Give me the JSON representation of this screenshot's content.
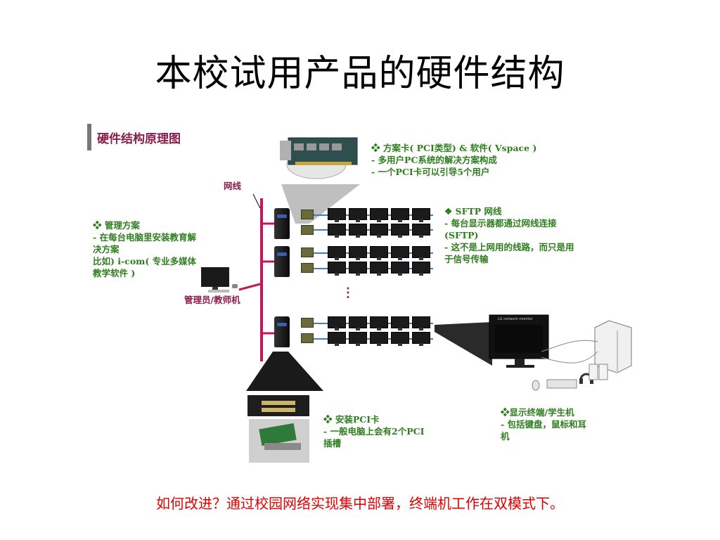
{
  "title": "本校试用产品的硬件结构",
  "panel_title": "硬件结构原理图",
  "label_network_cable": "网线",
  "label_admin_pc": "管理员/教师机",
  "label_ellipsis": "⋮",
  "note_solution_card": {
    "title": "❖  方案卡( PCI类型) & 软件( Vspace )",
    "lines": [
      "- 多用户PC系统的解决方案构成",
      "- 一个PCI卡可以引导5个用户"
    ]
  },
  "note_management": {
    "title": "❖  管理方案",
    "lines": [
      "- 在每台电脑里安装教育解",
      "决方案",
      "比如) i-com( 专业多媒体",
      "教学软件 )"
    ]
  },
  "note_sftp": {
    "title": "❖  SFTP 网线",
    "lines": [
      "- 每台显示器都通过网线连接",
      "(SFTP)",
      "- 这不是上网用的线路，而只是用",
      "于信号传输"
    ]
  },
  "note_pci_install": {
    "title": "❖  安装PCI卡",
    "lines": [
      "- 一般电脑上会有2个PCI",
      "插槽"
    ]
  },
  "note_terminal": {
    "title": "❖显示终端/学生机",
    "lines": [
      "- 包括键盘，鼠标和耳",
      "机"
    ]
  },
  "monitor_brand_label": "LG network monitor",
  "bottom_note": "如何改进？通过校园网络实现集中部署，终端机工作在双模式下。",
  "colors": {
    "title": "#000000",
    "panel_label": "#8b1d4a",
    "note_green": "#2e7d1e",
    "cable": "#c2185b",
    "bottom_note": "#e00000"
  }
}
